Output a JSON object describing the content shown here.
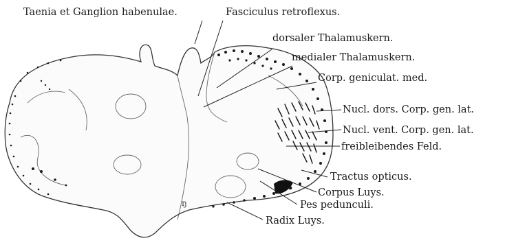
{
  "labels": {
    "taenia": "Taenia et Ganglion habenulae.",
    "fasciculus": "Fasciculus retroflexus.",
    "dorsaler": "dorsaler Thalamuskern.",
    "medialer": "medialer Thalamuskern.",
    "geniculat_med": "Corp. geniculat. med.",
    "nucl_dors": "Nucl. dors. Corp. gen. lat.",
    "nucl_vent": "Nucl. vent. Corp. gen. lat.",
    "freibleibendes": "freibleibendes Feld.",
    "tractus": "Tractus opticus.",
    "corpus_luys": "Corpus Luys.",
    "pes": "Pes pedunculi.",
    "radix": "Radix Luys."
  }
}
